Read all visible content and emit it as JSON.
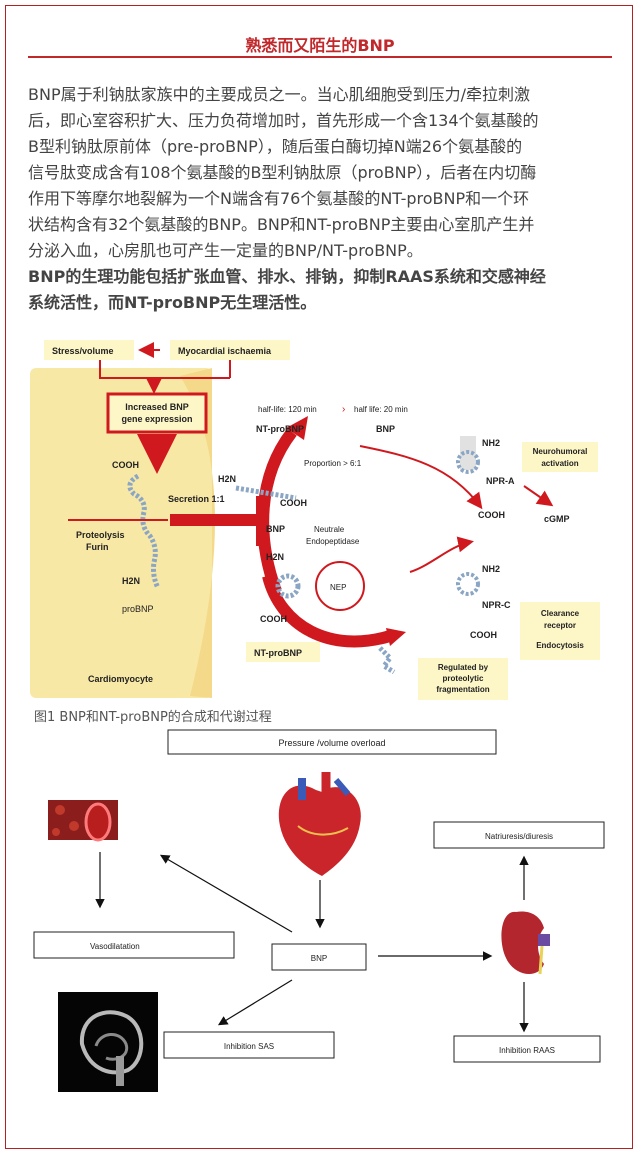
{
  "header": {
    "title": "熟悉而又陌生的BNP"
  },
  "body": {
    "para1_lines": [
      "BNP属于利钠肽家族中的主要成员之一。当心肌细胞受到压力/牵拉刺激",
      "后，即心室容积扩大、压力负荷增加时，首先形成一个含134个氨基酸的",
      "B型利钠肽原前体（pre-proBNP），随后蛋白酶切掉N端26个氨基酸的",
      "信号肽变成含有108个氨基酸的B型利钠肽原（proBNP），后者在内切酶",
      "作用下等摩尔地裂解为一个N端含有76个氨基酸的NT-proBNP和一个环",
      "状结构含有32个氨基酸的BNP。BNP和NT-proBNP主要由心室肌产生并",
      "分泌入血，心房肌也可产生一定量的BNP/NT-proBNP。"
    ],
    "para2_lines": [
      "BNP的生理功能包括扩张血管、排水、排钠，抑制RAAS系统和交感神经",
      "系统活性，而NT-proBNP无生理活性。"
    ]
  },
  "figure1": {
    "caption": "图1 BNP和NT-proBNP的合成和代谢过程",
    "labels": {
      "stress": "Stress/volume",
      "ischaemia": "Myocardial ischaemia",
      "increased_1": "Increased BNP",
      "increased_2": "gene expression",
      "cooh_left": "COOH",
      "proteolysis": "Proteolysis",
      "furin": "Furin",
      "h2n_left": "H2N",
      "probnp": "proBNP",
      "cardiomyocyte": "Cardiomyocyte",
      "secretion": "Secretion 1:1",
      "h2n_top": "H2N",
      "cooh_top": "COOH",
      "half_life_1": "half-life: 120 min",
      "half_life_2": "half life: 20 min",
      "nt_probnp_top": "NT-proBNP",
      "bnp_top": "BNP",
      "proportion": "Proportion > 6:1",
      "bnp_mid": "BNP",
      "h2n_mid": "H2N",
      "cooh_bottom": "COOH",
      "nt_probnp_bottom": "NT-proBNP",
      "neutrale_1": "Neutrale",
      "neutrale_2": "Endopeptidase",
      "nep": "NEP",
      "nh2_a": "NH2",
      "npr_a": "NPR-A",
      "cooh_a": "COOH",
      "neuro_1": "Neurohumoral",
      "neuro_2": "activation",
      "cgmp": "cGMP",
      "nh2_c": "NH2",
      "npr_c": "NPR-C",
      "cooh_c": "COOH",
      "clearance_1": "Clearance",
      "clearance_2": "receptor",
      "endocytosis": "Endocytosis",
      "regulated_1": "Regulated by",
      "regulated_2": "proteolytic",
      "regulated_3": "fragmentation"
    }
  },
  "figure2": {
    "labels": {
      "pressure": "Pressure /volume overload",
      "natriuresis": "Natriuresis/diuresis",
      "vasodilatation": "Vasodilatation",
      "bnp": "BNP",
      "inhibition_sas": "Inhibition SAS",
      "inhibition_raas": "Inhibition RAAS"
    }
  }
}
